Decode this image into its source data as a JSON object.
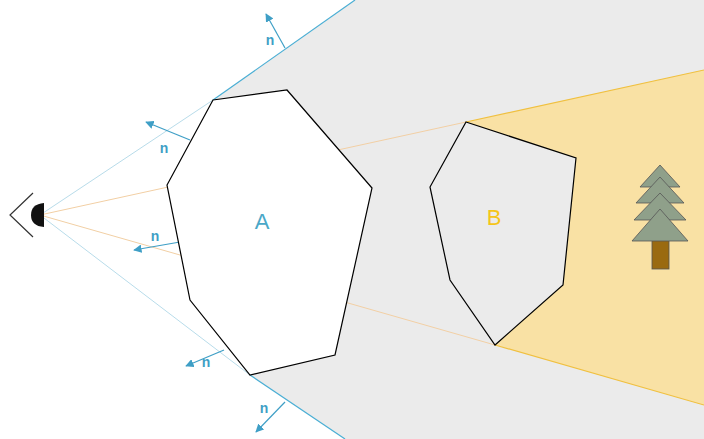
{
  "diagram": {
    "nodes": [
      {
        "text": [
          "A"
        ]
      },
      {
        "text": [
          "B"
        ]
      }
    ],
    "labels": [
      "n",
      "n",
      "n",
      "n",
      "n"
    ]
  }
}
